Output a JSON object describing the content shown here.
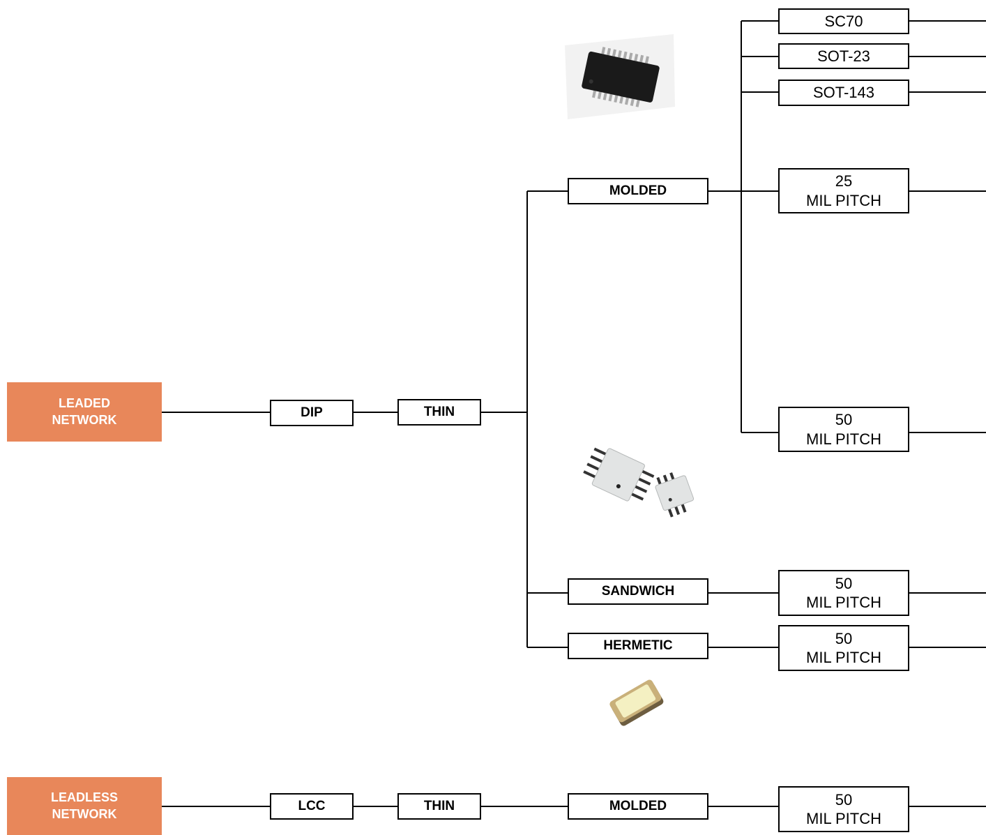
{
  "roots": {
    "leaded": {
      "line1": "LEADED",
      "line2": "NETWORK"
    },
    "leadless": {
      "line1": "LEADLESS",
      "line2": "NETWORK"
    }
  },
  "leaded_branch": {
    "dip": "DIP",
    "thin": "THIN",
    "molded": "MOLDED",
    "sandwich": "SANDWICH",
    "hermetic": "HERMETIC",
    "molded_packages": {
      "sc70": "SC70",
      "sot23": "SOT-23",
      "sot143": "SOT-143",
      "pitch25": {
        "value": "25",
        "unit": "MIL PITCH"
      },
      "pitch50": {
        "value": "50",
        "unit": "MIL PITCH"
      }
    },
    "sandwich_pitch": {
      "value": "50",
      "unit": "MIL PITCH"
    },
    "hermetic_pitch": {
      "value": "50",
      "unit": "MIL PITCH"
    }
  },
  "leadless_branch": {
    "lcc": "LCC",
    "thin": "THIN",
    "molded": "MOLDED",
    "pitch": {
      "value": "50",
      "unit": "MIL PITCH"
    }
  },
  "images": {
    "molded_chip": "ssop-molded-package-photo",
    "sandwich_chips": "white-ceramic-packages-photo",
    "hermetic_chip": "hermetic-smd-package-photo"
  }
}
